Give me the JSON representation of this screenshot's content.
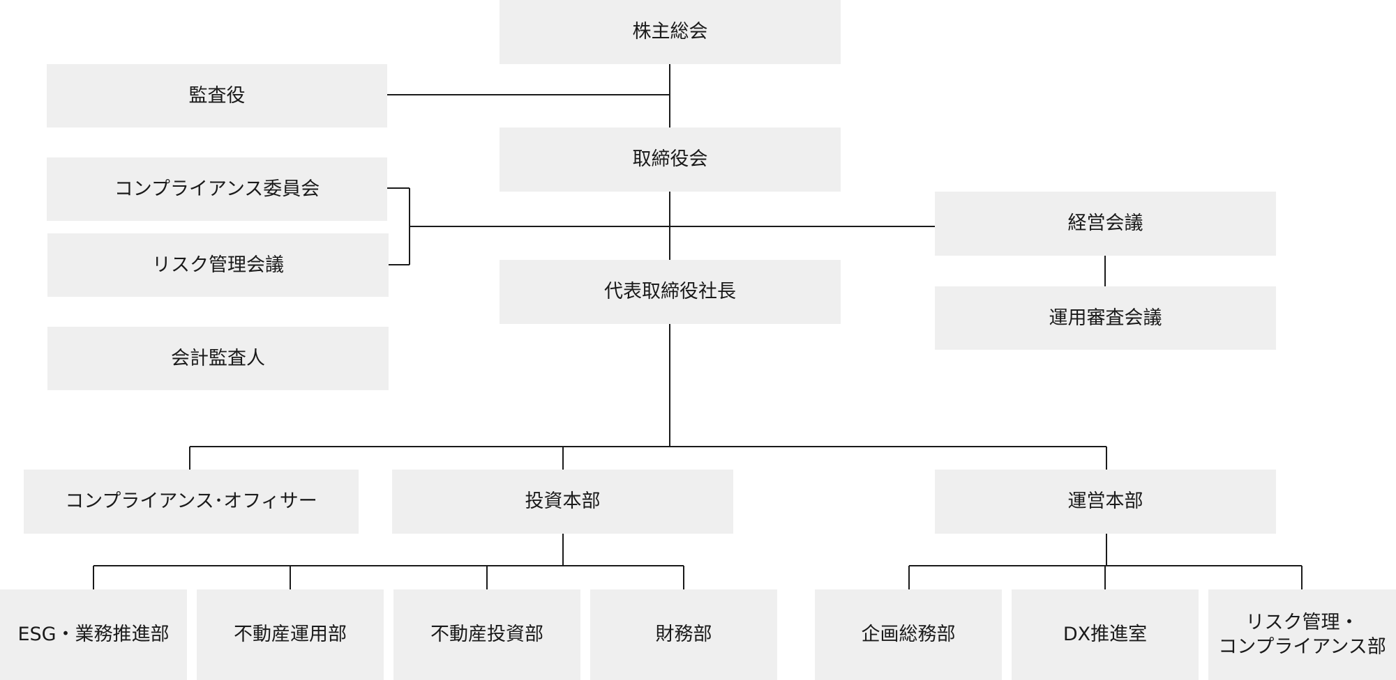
{
  "org": {
    "shareholders_meeting": "株主総会",
    "auditor": "監査役",
    "board_of_directors": "取締役会",
    "compliance_committee": "コンプライアンス委員会",
    "risk_management_meeting": "リスク管理会議",
    "president": "代表取締役社長",
    "accounting_auditor": "会計監査人",
    "management_meeting": "経営会議",
    "investment_review_meeting": "運用審査会議",
    "compliance_officer": "コンプライアンス･オフィサー",
    "investment_division": "投資本部",
    "operations_division": "運営本部",
    "esg_business_promotion_dept": "ESG・業務推進部",
    "real_estate_management_dept": "不動産運用部",
    "real_estate_investment_dept": "不動産投資部",
    "finance_dept": "財務部",
    "planning_general_affairs_dept": "企画総務部",
    "dx_promotion_office": "DX推進室",
    "risk_compliance_dept_line1": "リスク管理・",
    "risk_compliance_dept_line2": "コンプライアンス部"
  }
}
